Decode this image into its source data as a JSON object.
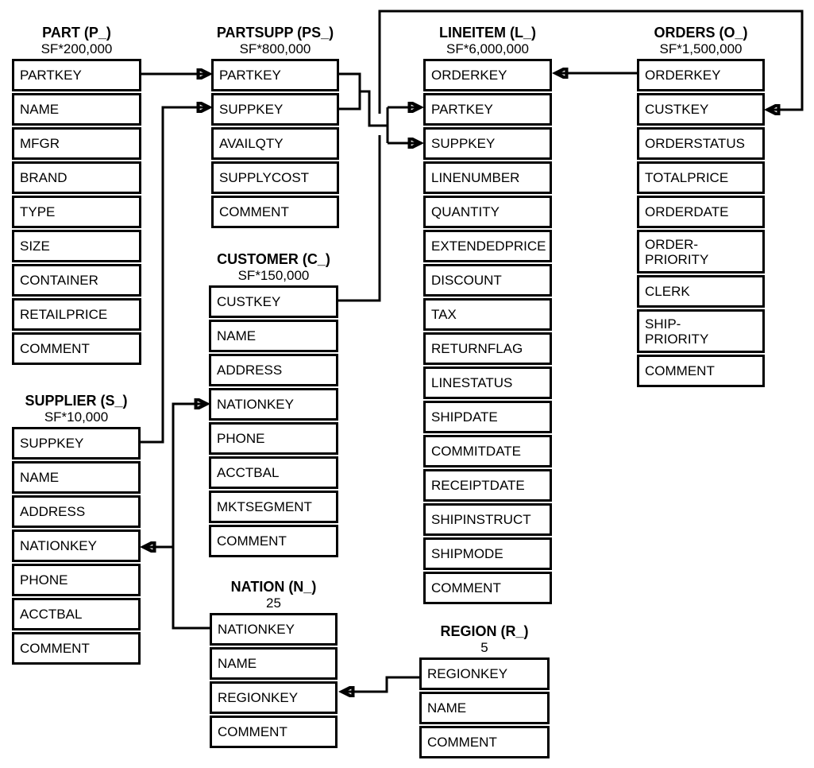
{
  "ink_color": "#000000",
  "background_color": "#ffffff",
  "tables": [
    {
      "id": "part",
      "title": "PART (P_)",
      "cardinality": "SF*200,000",
      "columns": [
        "PARTKEY",
        "NAME",
        "MFGR",
        "BRAND",
        "TYPE",
        "SIZE",
        "CONTAINER",
        "RETAILPRICE",
        "COMMENT"
      ]
    },
    {
      "id": "partsupp",
      "title": "PARTSUPP (PS_)",
      "cardinality": "SF*800,000",
      "columns": [
        "PARTKEY",
        "SUPPKEY",
        "AVAILQTY",
        "SUPPLYCOST",
        "COMMENT"
      ]
    },
    {
      "id": "lineitem",
      "title": "LINEITEM (L_)",
      "cardinality": "SF*6,000,000",
      "columns": [
        "ORDERKEY",
        "PARTKEY",
        "SUPPKEY",
        "LINENUMBER",
        "QUANTITY",
        "EXTENDEDPRICE",
        "DISCOUNT",
        "TAX",
        "RETURNFLAG",
        "LINESTATUS",
        "SHIPDATE",
        "COMMITDATE",
        "RECEIPTDATE",
        "SHIPINSTRUCT",
        "SHIPMODE",
        "COMMENT"
      ]
    },
    {
      "id": "orders",
      "title": "ORDERS (O_)",
      "cardinality": "SF*1,500,000",
      "columns": [
        "ORDERKEY",
        "CUSTKEY",
        "ORDERSTATUS",
        "TOTALPRICE",
        "ORDERDATE",
        "ORDER-\nPRIORITY",
        "CLERK",
        "SHIP-\nPRIORITY",
        "COMMENT"
      ]
    },
    {
      "id": "customer",
      "title": "CUSTOMER (C_)",
      "cardinality": "SF*150,000",
      "columns": [
        "CUSTKEY",
        "NAME",
        "ADDRESS",
        "NATIONKEY",
        "PHONE",
        "ACCTBAL",
        "MKTSEGMENT",
        "COMMENT"
      ]
    },
    {
      "id": "supplier",
      "title": "SUPPLIER (S_)",
      "cardinality": "SF*10,000",
      "columns": [
        "SUPPKEY",
        "NAME",
        "ADDRESS",
        "NATIONKEY",
        "PHONE",
        "ACCTBAL",
        "COMMENT"
      ]
    },
    {
      "id": "nation",
      "title": "NATION (N_)",
      "cardinality": "25",
      "columns": [
        "NATIONKEY",
        "NAME",
        "REGIONKEY",
        "COMMENT"
      ]
    },
    {
      "id": "region",
      "title": "REGION (R_)",
      "cardinality": "5",
      "columns": [
        "REGIONKEY",
        "NAME",
        "COMMENT"
      ]
    }
  ],
  "relationships": [
    {
      "from": "PART.PARTKEY",
      "to": "PARTSUPP.PARTKEY"
    },
    {
      "from": "SUPPLIER.SUPPKEY",
      "to": "PARTSUPP.SUPPKEY"
    },
    {
      "from": "PARTSUPP.PARTKEY",
      "to": "LINEITEM.PARTKEY"
    },
    {
      "from": "PARTSUPP.SUPPKEY",
      "to": "LINEITEM.SUPPKEY"
    },
    {
      "from": "ORDERS.ORDERKEY",
      "to": "LINEITEM.ORDERKEY"
    },
    {
      "from": "CUSTOMER.CUSTKEY",
      "to": "ORDERS.CUSTKEY"
    },
    {
      "from": "NATION.NATIONKEY",
      "to": "CUSTOMER.NATIONKEY"
    },
    {
      "from": "NATION.NATIONKEY",
      "to": "SUPPLIER.NATIONKEY"
    },
    {
      "from": "REGION.REGIONKEY",
      "to": "NATION.REGIONKEY"
    }
  ]
}
